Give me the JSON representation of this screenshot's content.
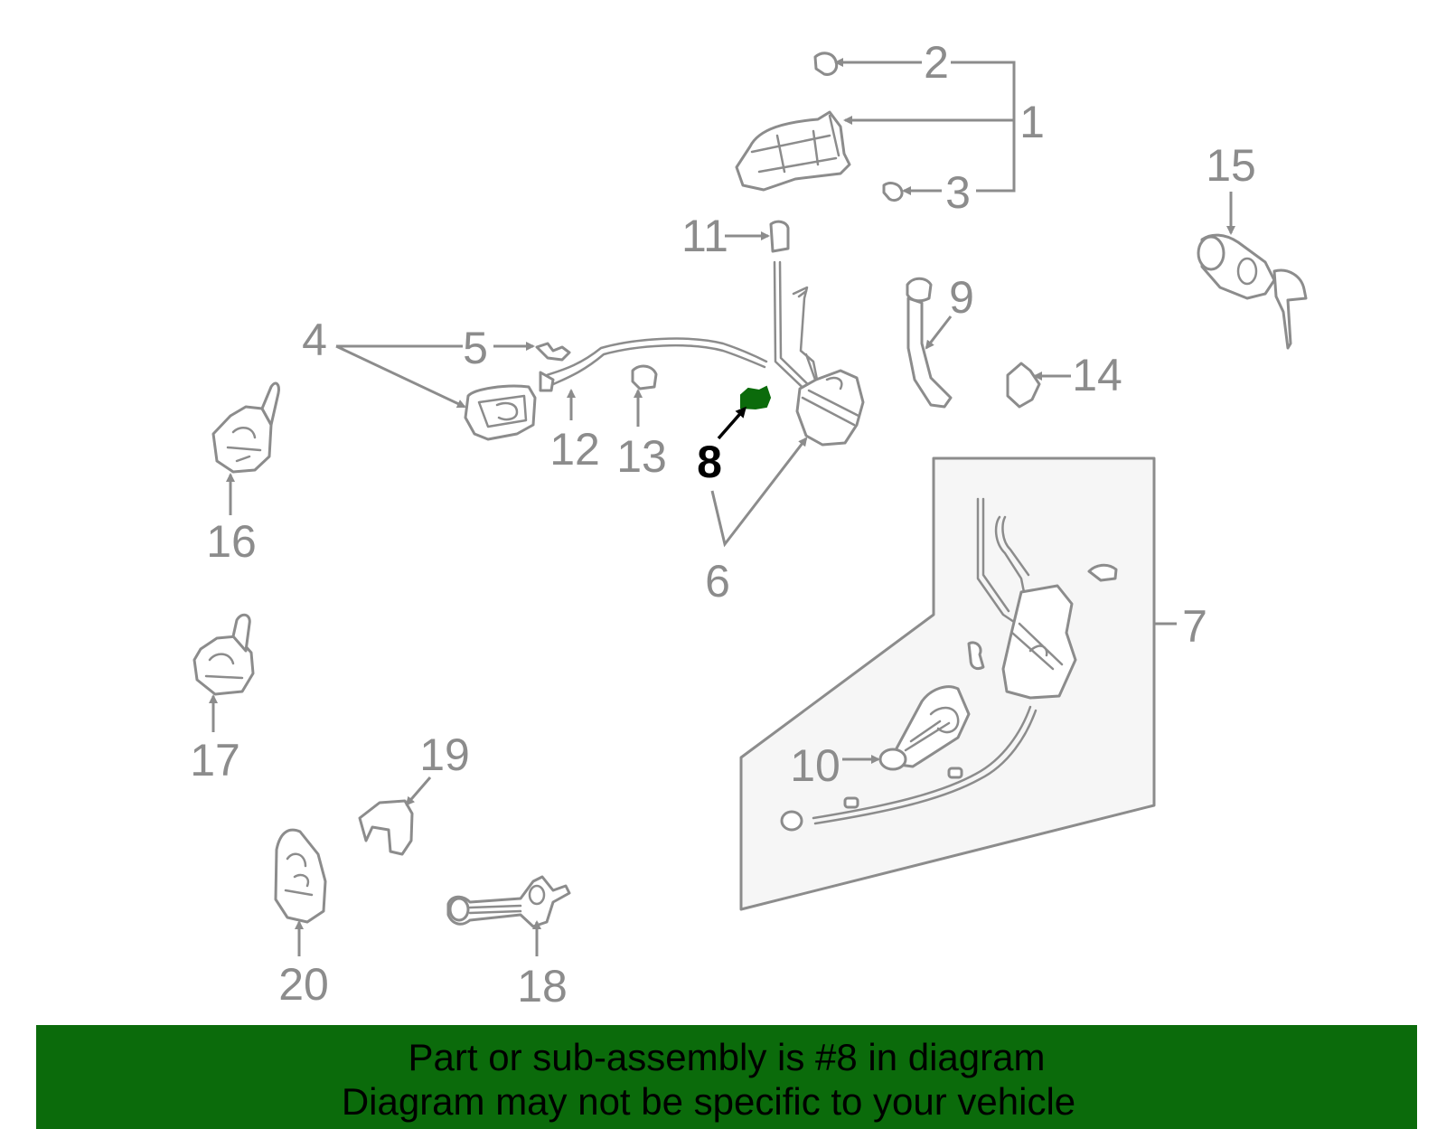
{
  "diagram": {
    "callouts": {
      "c1": "1",
      "c2": "2",
      "c3": "3",
      "c4": "4",
      "c5": "5",
      "c6": "6",
      "c7": "7",
      "c8": "8",
      "c9": "9",
      "c10": "10",
      "c11": "11",
      "c12": "12",
      "c13": "13",
      "c14": "14",
      "c15": "15",
      "c16": "16",
      "c17": "17",
      "c18": "18",
      "c19": "19",
      "c20": "20"
    },
    "highlighted_part": "8",
    "colors": {
      "line_gray": "#8c8c8c",
      "highlight_green": "#0b6b0b",
      "inset_fill": "#f6f6f6",
      "banner_green": "#0b6b0b"
    }
  },
  "banner": {
    "line1": "Part or sub-assembly is #8 in diagram",
    "line2": "Diagram may not be specific to your vehicle"
  }
}
